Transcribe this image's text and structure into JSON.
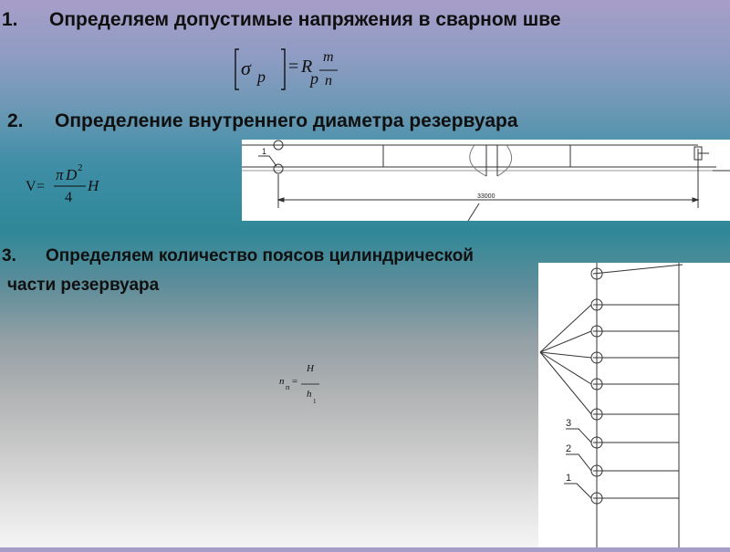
{
  "steps": [
    {
      "number": "1.",
      "text": "Определяем допустимые напряжения в сварном шве"
    },
    {
      "number": "2.",
      "text": "Определение внутреннего диаметра резервуара"
    },
    {
      "number": "3.",
      "text": "Определяем количество поясов цилиндрической",
      "text_line2": "части резервуара"
    }
  ],
  "formulas": {
    "stress": {
      "sigma": "σ",
      "sub_p": "p",
      "equals": "=",
      "R": "R",
      "sub_p2": "p",
      "num": "m",
      "den": "n"
    },
    "volume": {
      "lhs": "V",
      "equals": "=",
      "pi": "π",
      "D": "D",
      "exp": "2",
      "den": "4",
      "H": "H"
    },
    "belts": {
      "lhs": "n",
      "sub": "п",
      "equals": "=",
      "num": "H",
      "den": "h",
      "den_sub": "1"
    }
  },
  "drawing_top": {
    "label_1": "1",
    "dimension": "33000"
  },
  "drawing_right": {
    "labels": [
      "3",
      "2",
      "1"
    ]
  }
}
